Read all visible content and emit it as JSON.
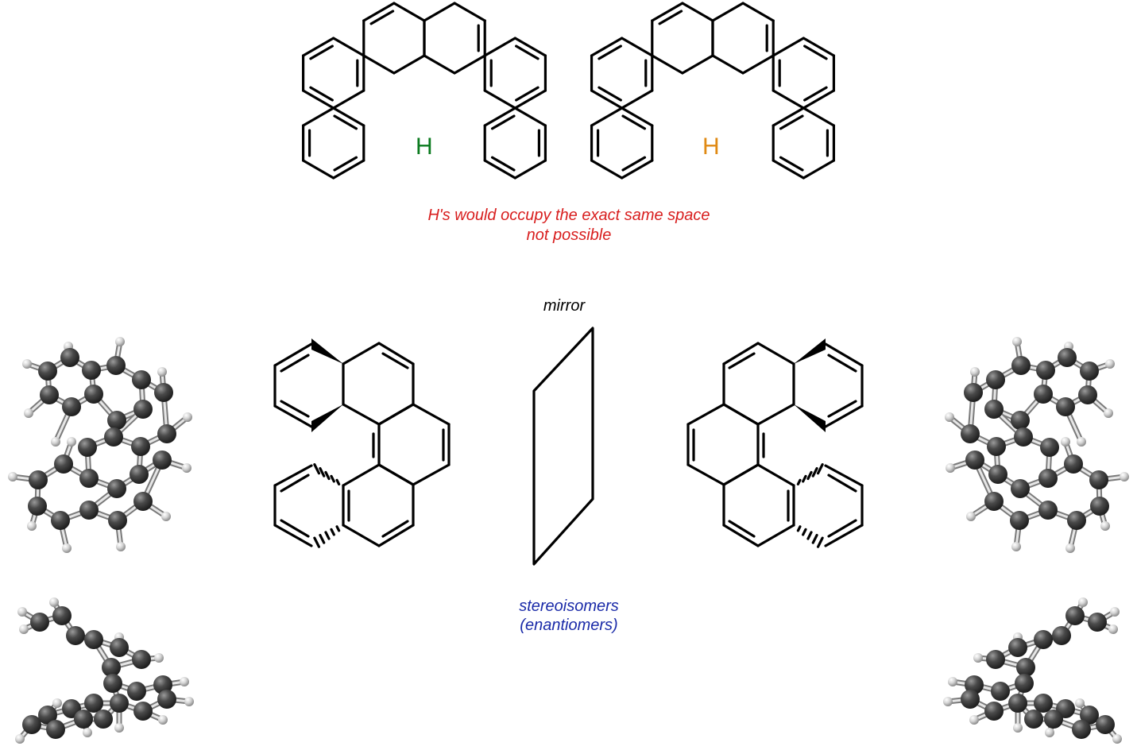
{
  "top": {
    "left_h_label": "H",
    "right_h_label": "H",
    "left_h_color": "#0a7a1e",
    "right_h_color": "#e08a14",
    "note_line1": "H's would occupy the exact same space",
    "note_line2": "not possible",
    "note_color": "#d81e1e"
  },
  "middle": {
    "mirror_label": "mirror",
    "stereo_line1": "stereoisomers",
    "stereo_line2": "(enantiomers)",
    "stereo_color": "#1a2aa8"
  },
  "atom_colors": {
    "carbon": "#4a4a4a",
    "hydrogen": "#d6d6d6"
  }
}
